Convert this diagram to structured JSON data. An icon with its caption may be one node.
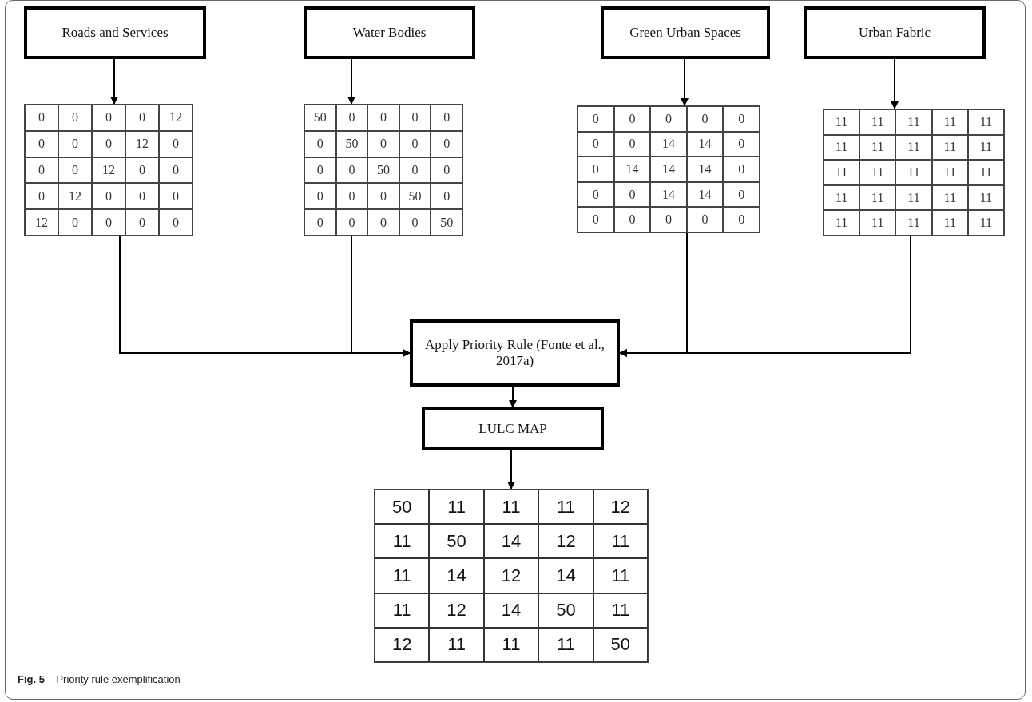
{
  "diagram": {
    "caption": "**Fig. 5** – Priority rule exemplification",
    "nodes": [
      {
        "text": [
          "Roads and Services"
        ]
      },
      {
        "text": [
          "Water Bodies"
        ]
      },
      {
        "text": [
          "Green Urban Spaces"
        ]
      },
      {
        "text": [
          "Urban Fabric"
        ]
      },
      {
        "text": [
          "0",
          "0",
          "0",
          "0",
          "12",
          "0",
          "0",
          "0",
          "12",
          "0",
          "0",
          "0",
          "12",
          "0",
          "0",
          "0",
          "12",
          "0",
          "0",
          "0",
          "12",
          "0",
          "0",
          "0",
          "0"
        ]
      },
      {
        "text": [
          "50",
          "0",
          "0",
          "0",
          "0",
          "0",
          "50",
          "0",
          "0",
          "0",
          "0",
          "0",
          "50",
          "0",
          "0",
          "0",
          "0",
          "0",
          "50",
          "0",
          "0",
          "0",
          "0",
          "0",
          "50"
        ]
      },
      {
        "text": [
          "0",
          "0",
          "0",
          "0",
          "0",
          "0",
          "0",
          "14",
          "14",
          "0",
          "0",
          "14",
          "14",
          "14",
          "0",
          "0",
          "0",
          "14",
          "14",
          "0",
          "0",
          "0",
          "0",
          "0",
          "0"
        ]
      },
      {
        "text": [
          "11",
          "11",
          "11",
          "11",
          "11",
          "11",
          "11",
          "11",
          "11",
          "11",
          "11",
          "11",
          "11",
          "11",
          "11",
          "11",
          "11",
          "11",
          "11",
          "11",
          "11",
          "11",
          "11",
          "11",
          "11"
        ]
      },
      {
        "text": [
          "Apply Priority Rule (Fonte et al., 2017a)"
        ]
      },
      {
        "text": [
          "LULC MAP"
        ]
      },
      {
        "text": [
          "50",
          "11",
          "11",
          "11",
          "12",
          "11",
          "50",
          "14",
          "12",
          "11",
          "11",
          "14",
          "12",
          "14",
          "11",
          "11",
          "12",
          "14",
          "50",
          "11",
          "12",
          "11",
          "11",
          "11",
          "50"
        ]
      }
    ],
    "edges": [
      {
        "from": 0,
        "to": 4,
        "arrow": "to"
      },
      {
        "from": 1,
        "to": 5,
        "arrow": "to"
      },
      {
        "from": 2,
        "to": 6,
        "arrow": "to"
      },
      {
        "from": 3,
        "to": 7,
        "arrow": "to"
      },
      {
        "from": 4,
        "to": 8,
        "arrow": "to"
      },
      {
        "from": 5,
        "to": 8,
        "arrow": "to"
      },
      {
        "from": 6,
        "to": 8,
        "arrow": "to"
      },
      {
        "from": 7,
        "to": 8,
        "arrow": "to"
      },
      {
        "from": 8,
        "to": 9,
        "arrow": "to"
      },
      {
        "from": 9,
        "to": 10,
        "arrow": "to"
      }
    ]
  }
}
